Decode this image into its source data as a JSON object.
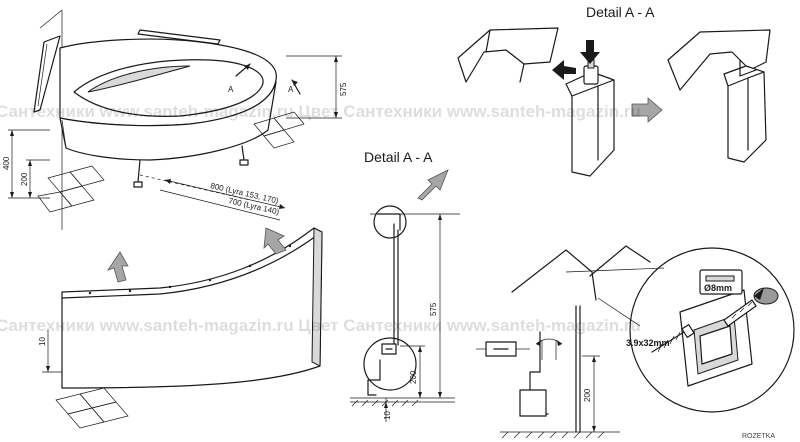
{
  "titles": {
    "detail_top": "Detail A - A",
    "detail_mid": "Detail A - A"
  },
  "labels": {
    "section_mark": "A",
    "dim_575_top": "575",
    "dim_400": "400",
    "dim_200_left": "200",
    "dim_800": "800 (Lyra 153, 170)",
    "dim_700": "700 (Lyra 140)",
    "dim_10_panel": "10",
    "dim_575_mid": "575",
    "dim_200_mid": "200",
    "dim_10_mid": "10",
    "dim_200_right": "200",
    "screw": "3.9x32mm",
    "drill": "Ø8mm"
  },
  "watermark": {
    "text": "Сантехники www.santeh-magazin.ru Цвет Сантехники www.santeh-magazin.ru"
  },
  "corner_logo": "ROZETKA"
}
